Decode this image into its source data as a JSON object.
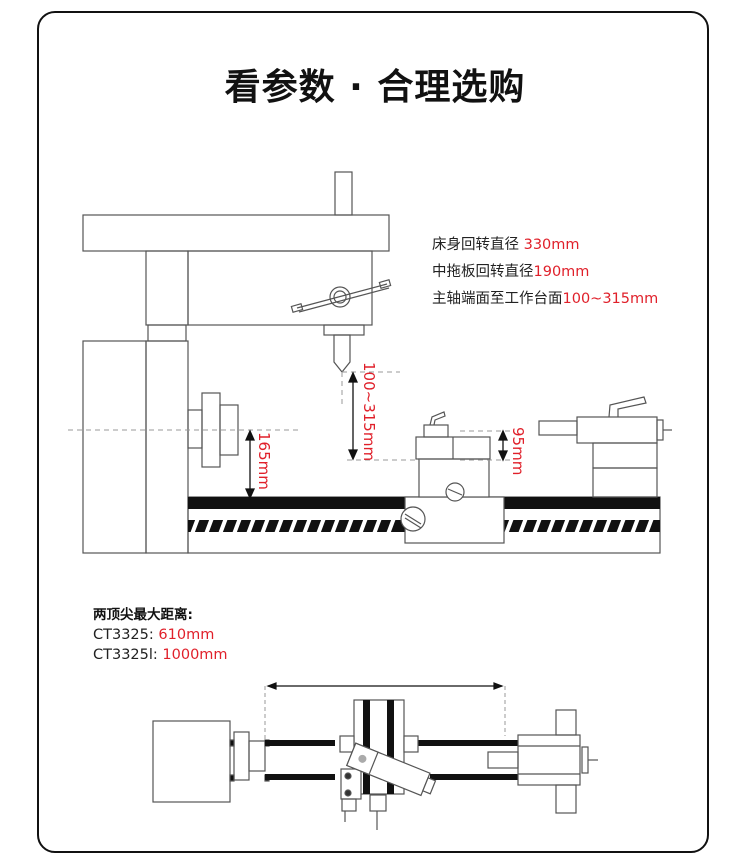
{
  "title": "看参数 · 合理选购",
  "specs": [
    {
      "label": "床身回转直径 ",
      "value": "330mm"
    },
    {
      "label": "中拖板回转直径",
      "value": "190mm"
    },
    {
      "label": "主轴端面至工作台面",
      "value": "100~315mm"
    }
  ],
  "side_view": {
    "dim_center_height": "165mm",
    "dim_spindle_to_table": "100~315mm",
    "dim_toolpost_height": "95mm"
  },
  "max_distance": {
    "title": "两顶尖最大距离:",
    "models": [
      {
        "label": "CT3325: ",
        "value": "610mm"
      },
      {
        "label": "CT3325l: ",
        "value": "1000mm"
      }
    ]
  },
  "colors": {
    "accent": "#e0202a",
    "line": "#555555",
    "text": "#222222"
  }
}
